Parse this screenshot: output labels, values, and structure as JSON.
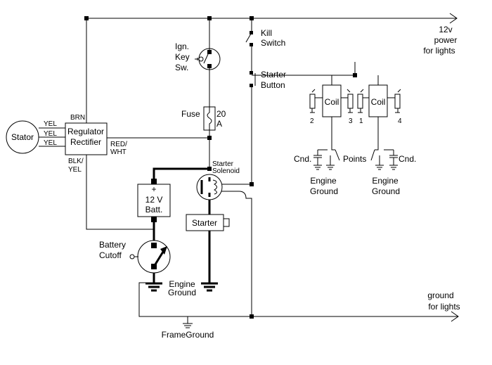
{
  "labels": {
    "stator": "Stator",
    "yel": "YEL",
    "brn": "BRN",
    "regulator_line1": "Regulator",
    "regulator_line2": "Rectifier",
    "red_line1": "RED/",
    "red_line2": "WHT",
    "blk_line1": "BLK/",
    "blk_line2": "YEL",
    "ign_line1": "Ign.",
    "ign_line2": "Key",
    "ign_line3": "Sw.",
    "fuse": "Fuse",
    "fuse_rating_line1": "20",
    "fuse_rating_line2": "A",
    "kill_line1": "Kill",
    "kill_line2": "Switch",
    "starter_button_line1": "Starter",
    "starter_button_line2": "Button",
    "power_line1": "12v",
    "power_line2": "power",
    "power_line3": "for lights",
    "coil": "Coil",
    "plug_2": "2",
    "plug_3": "3",
    "plug_1": "1",
    "plug_4": "4",
    "cnd": "Cnd.",
    "points": "Points",
    "engine_ground_line1": "Engine",
    "engine_ground_line2": "Ground",
    "solenoid_line1": "Starter",
    "solenoid_line2": "Solenoid",
    "battery_plus": "+",
    "battery_line1": "12 V",
    "battery_line2": "Batt.",
    "battery_minus": "−",
    "starter": "Starter",
    "cutoff_line1": "Battery",
    "cutoff_line2": "Cutoff",
    "ground_lights_line1": "ground",
    "ground_lights_line2": "for lights",
    "frame_ground": "FrameGround"
  }
}
